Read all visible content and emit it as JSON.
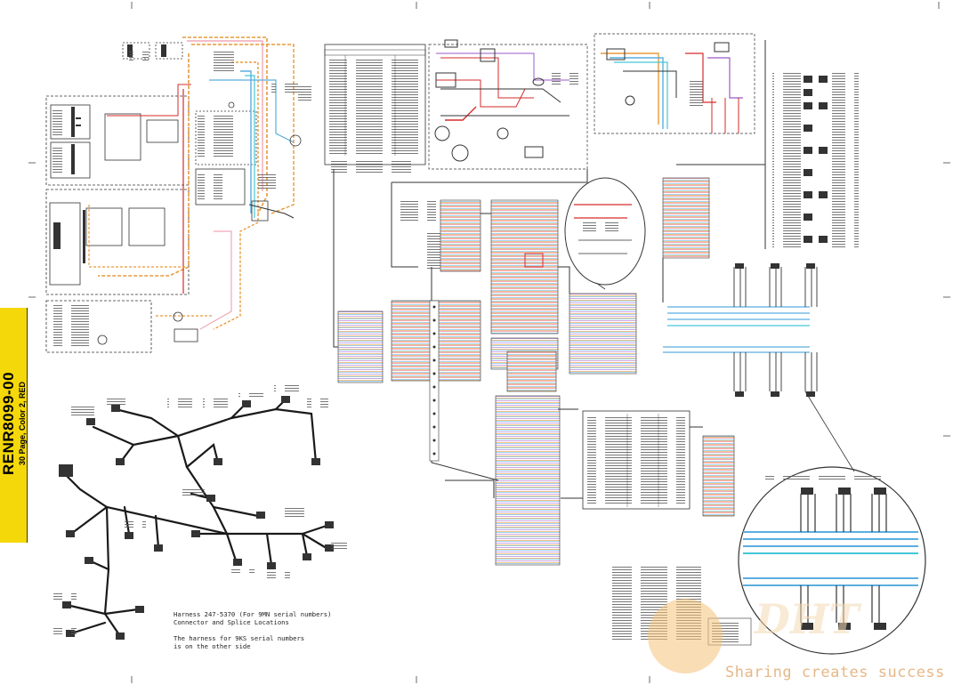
{
  "document": {
    "id": "RENR8099-00",
    "subtitle": "30 Page, Color 2, RED"
  },
  "harness": {
    "caption_line1": "Harness 247-5370 (For 9MN serial numbers)",
    "caption_line2": "Connector and Splice Locations",
    "caption_line3": "The harness for 9KS serial numbers",
    "caption_line4": "is on the other side"
  },
  "watermark": {
    "text": "Sharing creates success",
    "logo": "DHT"
  },
  "colors": {
    "tab": "#f5d80a",
    "wire_orange": "#e89a3c",
    "wire_blue": "#5aaee0",
    "wire_red": "#d62b2b",
    "wire_purple": "#9b59c8",
    "wire_pink": "#f0a8b8",
    "wire_cyan": "#43c6d6",
    "watermark": "#e6b887"
  },
  "icons": {
    "logo": "dht-logo"
  }
}
